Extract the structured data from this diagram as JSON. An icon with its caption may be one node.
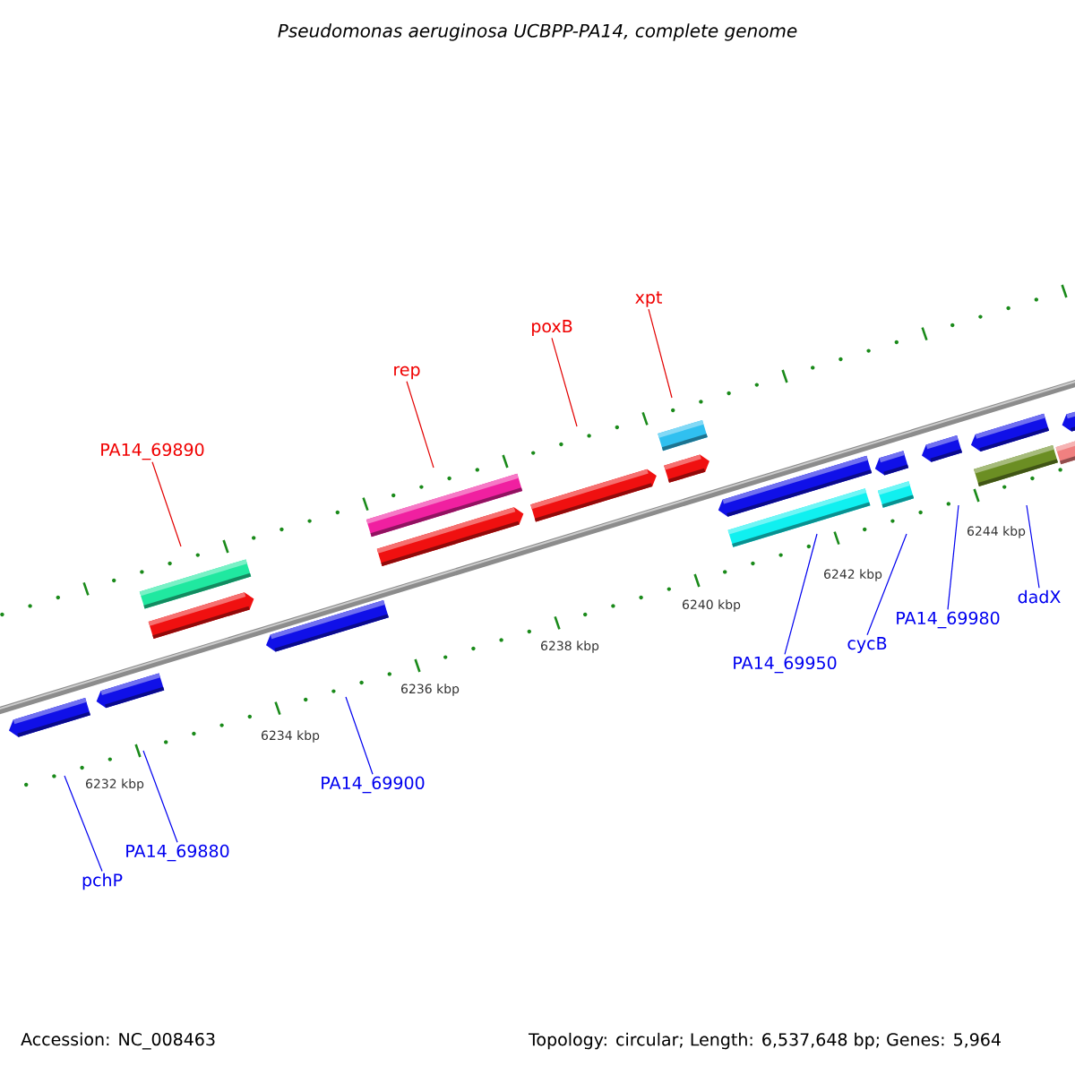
{
  "diagram": {
    "title": "Pseudomonas aeruginosa UCBPP-PA14, complete genome",
    "nodes": [
      {
        "text": [
          "PA14_69890"
        ]
      },
      {
        "text": [
          "rep"
        ]
      },
      {
        "text": [
          "poxB"
        ]
      },
      {
        "text": [
          "xpt"
        ]
      },
      {
        "text": [
          "pchP"
        ]
      },
      {
        "text": [
          "PA14_69880"
        ]
      },
      {
        "text": [
          "PA14_69900"
        ]
      },
      {
        "text": [
          "PA14_69950"
        ]
      },
      {
        "text": [
          "cycB"
        ]
      },
      {
        "text": [
          "PA14_69980"
        ]
      },
      {
        "text": [
          "dadX"
        ]
      }
    ],
    "edges": [
      {
        "from": 0,
        "to": null,
        "arrow": "none",
        "color": "#f00000"
      },
      {
        "from": 1,
        "to": null,
        "arrow": "none",
        "color": "#f00000"
      },
      {
        "from": 2,
        "to": null,
        "arrow": "none",
        "color": "#f00000"
      },
      {
        "from": 3,
        "to": null,
        "arrow": "none",
        "color": "#f00000"
      },
      {
        "from": 4,
        "to": null,
        "arrow": "none"
      },
      {
        "from": 5,
        "to": null,
        "arrow": "none"
      },
      {
        "from": 6,
        "to": null,
        "arrow": "none"
      },
      {
        "from": 7,
        "to": null,
        "arrow": "none"
      },
      {
        "from": 8,
        "to": null,
        "arrow": "none"
      },
      {
        "from": 9,
        "to": null,
        "arrow": "none"
      },
      {
        "from": 10,
        "to": null,
        "arrow": "none"
      }
    ],
    "labels": [
      "6232 kbp",
      "6234 kbp",
      "6236 kbp",
      "6238 kbp",
      "6240 kbp",
      "6242 kbp",
      "6244 kbp",
      "Accession: NC_008463",
      "Topology: circular; Length: 6,537,648 bp; Genes: 5,964"
    ]
  }
}
